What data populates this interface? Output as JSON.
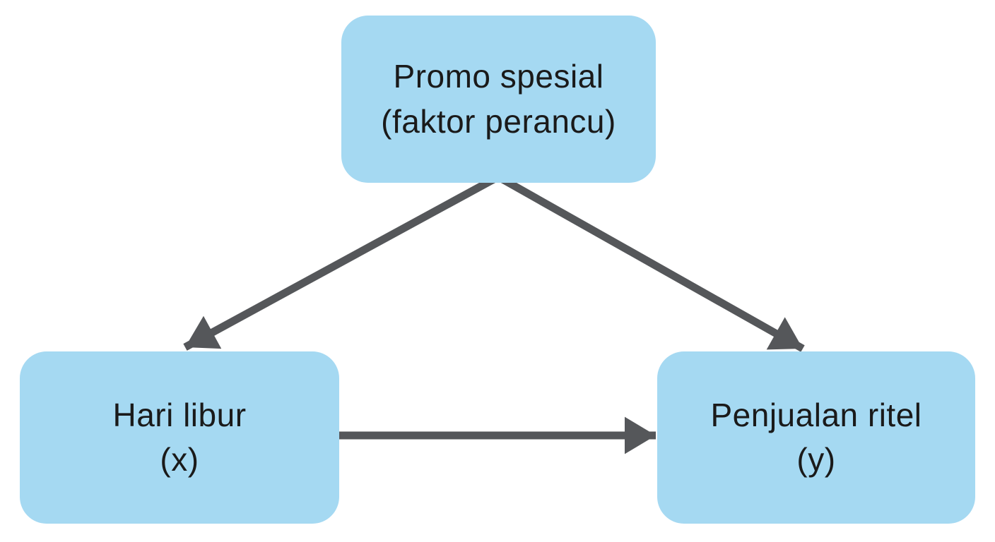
{
  "diagram": {
    "type": "causal-confounder-diagram",
    "background_color": "#ffffff",
    "nodes": [
      {
        "id": "confounder",
        "role": "confounding-variable",
        "lines": [
          "Promo spesial",
          "(faktor perancu)"
        ],
        "fill": "#a5d9f2",
        "text_color": "#1a1a1a",
        "position": "top-center"
      },
      {
        "id": "x",
        "role": "independent-variable",
        "lines": [
          "Hari libur",
          "(x)"
        ],
        "fill": "#a5d9f2",
        "text_color": "#1a1a1a",
        "position": "bottom-left"
      },
      {
        "id": "y",
        "role": "dependent-variable",
        "lines": [
          "Penjualan ritel",
          "(y)"
        ],
        "fill": "#a5d9f2",
        "text_color": "#1a1a1a",
        "position": "bottom-right"
      }
    ],
    "edges": [
      {
        "from": "confounder",
        "to": "x",
        "style": "arrow"
      },
      {
        "from": "confounder",
        "to": "y",
        "style": "arrow"
      },
      {
        "from": "x",
        "to": "y",
        "style": "arrow"
      }
    ],
    "colors": {
      "arrow": "#55575a",
      "node_fill": "#a5d9f2",
      "text": "#1a1a1a",
      "background": "#ffffff"
    }
  }
}
